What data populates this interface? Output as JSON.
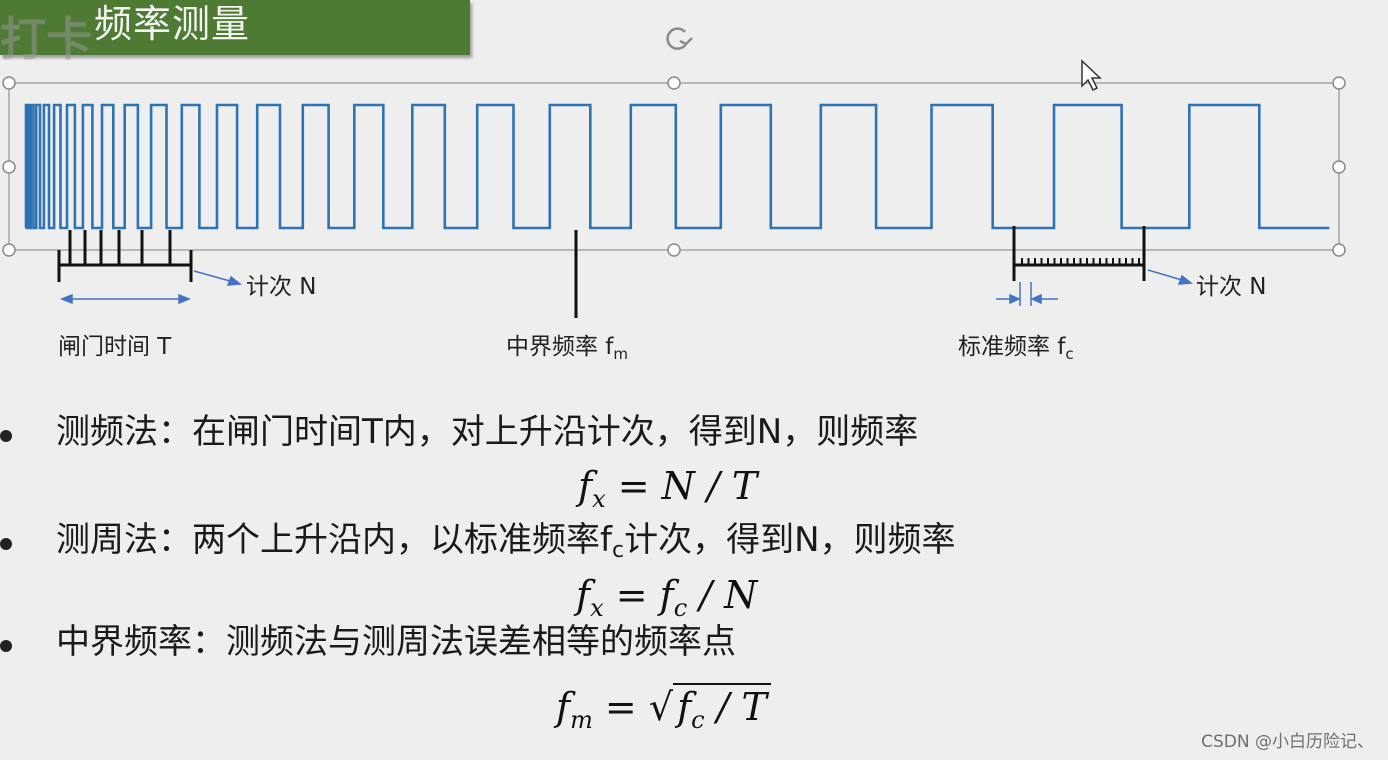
{
  "title": {
    "text": "频率测量",
    "watermark": "打卡"
  },
  "diagram": {
    "gate_label": "闸门时间 T",
    "count_label_left": "计次 N",
    "mid_label": "中界频率 f",
    "mid_sub": "m",
    "std_label": "标准频率 f",
    "std_sub": "c",
    "count_label_right": "计次 N"
  },
  "bullets": [
    {
      "text": "测频法：在闸门时间T内，对上升沿计次，得到N，则频率",
      "formula": "f_x = N / T"
    },
    {
      "text_pre": "测周法：两个上升沿内，以标准频率f",
      "text_sub": "c",
      "text_post": "计次，得到N，则频率",
      "formula": "f_x = f_c / N"
    },
    {
      "text": "中界频率：测频法与测周法误差相等的频率点",
      "formula": "f_m = √(f_c / T)"
    }
  ],
  "formula_parts": {
    "f1_lhs": "f",
    "f1_lhs_sub": "x",
    "f1_rhs": " = N / T",
    "f2_lhs": "f",
    "f2_lhs_sub": "x",
    "f2_mid": " = f",
    "f2_mid_sub": "c",
    "f2_rhs": " / N",
    "f3_lhs": "f",
    "f3_lhs_sub": "m",
    "f3_eq": " = ",
    "f3_rad_f": "f",
    "f3_rad_sub": "c",
    "f3_rad_rest": " / T"
  },
  "credit": "CSDN @小白历险记、",
  "colors": {
    "waveform": "#2e74b5",
    "banner": "#4f7a34",
    "arrow": "#4472c4"
  }
}
